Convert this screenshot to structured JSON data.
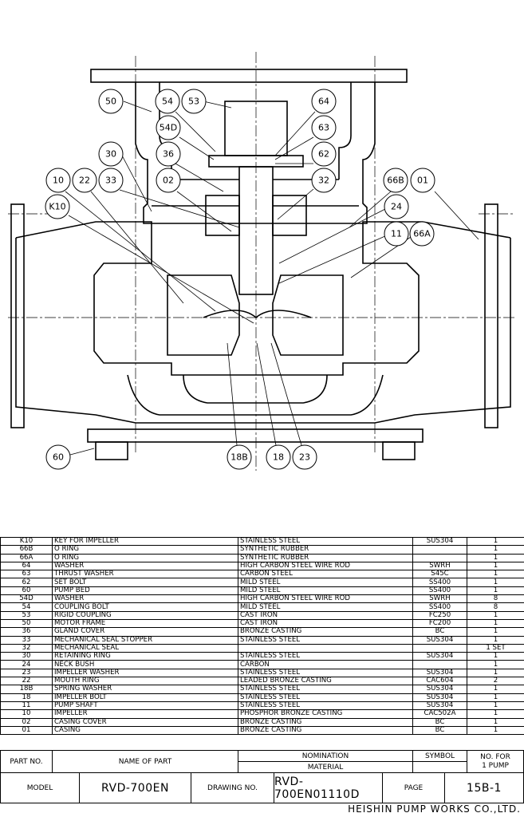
{
  "callouts": [
    "50",
    "54",
    "53",
    "64",
    "54D",
    "63",
    "30",
    "36",
    "62",
    "10",
    "22",
    "33",
    "02",
    "32",
    "66B",
    "01",
    "K10",
    "24",
    "11",
    "66A",
    "60",
    "18B",
    "18",
    "23"
  ],
  "parts_list": [
    {
      "no": "K10",
      "name": "KEY FOR IMPELLER",
      "material": "STAINLESS STEEL",
      "symbol": "SUS304",
      "qty": "1"
    },
    {
      "no": "66B",
      "name": "O RING",
      "material": "SYNTHETIC RUBBER",
      "symbol": "",
      "qty": "1"
    },
    {
      "no": "66A",
      "name": "O RING",
      "material": "SYNTHETIC RUBBER",
      "symbol": "",
      "qty": "1"
    },
    {
      "no": "64",
      "name": "WASHER",
      "material": "HIGH CARBON STEEL WIRE ROD",
      "symbol": "SWRH",
      "qty": "1"
    },
    {
      "no": "63",
      "name": "THRUST WASHER",
      "material": "CARBON STEEL",
      "symbol": "S45C",
      "qty": "1"
    },
    {
      "no": "62",
      "name": "SET BOLT",
      "material": "MILD STEEL",
      "symbol": "SS400",
      "qty": "1"
    },
    {
      "no": "60",
      "name": "PUMP BED",
      "material": "MILD STEEL",
      "symbol": "SS400",
      "qty": "1"
    },
    {
      "no": "54D",
      "name": "WASHER",
      "material": "HIGH CARBON STEEL WIRE ROD",
      "symbol": "SWRH",
      "qty": "8"
    },
    {
      "no": "54",
      "name": "COUPLING BOLT",
      "material": "MILD STEEL",
      "symbol": "SS400",
      "qty": "8"
    },
    {
      "no": "53",
      "name": "RIGID COUPLING",
      "material": "CAST IRON",
      "symbol": "FC250",
      "qty": "1"
    },
    {
      "no": "50",
      "name": "MOTOR FRAME",
      "material": "CAST IRON",
      "symbol": "FC200",
      "qty": "1"
    },
    {
      "no": "36",
      "name": "GLAND COVER",
      "material": "BRONZE CASTING",
      "symbol": "BC",
      "qty": "1"
    },
    {
      "no": "33",
      "name": "MECHANICAL SEAL STOPPER",
      "material": "STAINLESS STEEL",
      "symbol": "SUS304",
      "qty": "1"
    },
    {
      "no": "32",
      "name": "MECHANICAL SEAL",
      "material": "",
      "symbol": "",
      "qty": "1 SET"
    },
    {
      "no": "30",
      "name": "RETAINING RING",
      "material": "STAINLESS STEEL",
      "symbol": "SUS304",
      "qty": "1"
    },
    {
      "no": "24",
      "name": "NECK BUSH",
      "material": "CARBON",
      "symbol": "",
      "qty": "1"
    },
    {
      "no": "23",
      "name": "IMPELLER WASHER",
      "material": "STAINLESS STEEL",
      "symbol": "SUS304",
      "qty": "1"
    },
    {
      "no": "22",
      "name": "MOUTH RING",
      "material": "LEADED BRONZE CASTING",
      "symbol": "CAC604",
      "qty": "2"
    },
    {
      "no": "18B",
      "name": "SPRING WASHER",
      "material": "STAINLESS STEEL",
      "symbol": "SUS304",
      "qty": "1"
    },
    {
      "no": "18",
      "name": "IMPELLER BOLT",
      "material": "STAINLESS STEEL",
      "symbol": "SUS304",
      "qty": "1"
    },
    {
      "no": "11",
      "name": "PUMP SHAFT",
      "material": "STAINLESS STEEL",
      "symbol": "SUS304",
      "qty": "1"
    },
    {
      "no": "10",
      "name": "IMPELLER",
      "material": "PHOSPHOR BRONZE CASTING",
      "symbol": "CAC502A",
      "qty": "1"
    },
    {
      "no": "02",
      "name": "CASING COVER",
      "material": "BRONZE CASTING",
      "symbol": "BC",
      "qty": "1"
    },
    {
      "no": "01",
      "name": "CASING",
      "material": "BRONZE CASTING",
      "symbol": "BC",
      "qty": "1"
    }
  ],
  "header": {
    "part_no": "PART NO.",
    "name_of_part": "NAME OF PART",
    "nomination": "NOMINATION",
    "material": "MATERIAL",
    "symbol": "SYMBOL",
    "no_for": "NO. FOR",
    "one_pump": "1 PUMP"
  },
  "title_block": {
    "model_label": "MODEL",
    "model_value": "RVD-700EN",
    "drawing_label": "DRAWING NO.",
    "drawing_value": "RVD-700EN01110D",
    "page_label": "PAGE",
    "page_value": "15B-1"
  },
  "company": "HEISHIN PUMP WORKS CO.,LTD."
}
